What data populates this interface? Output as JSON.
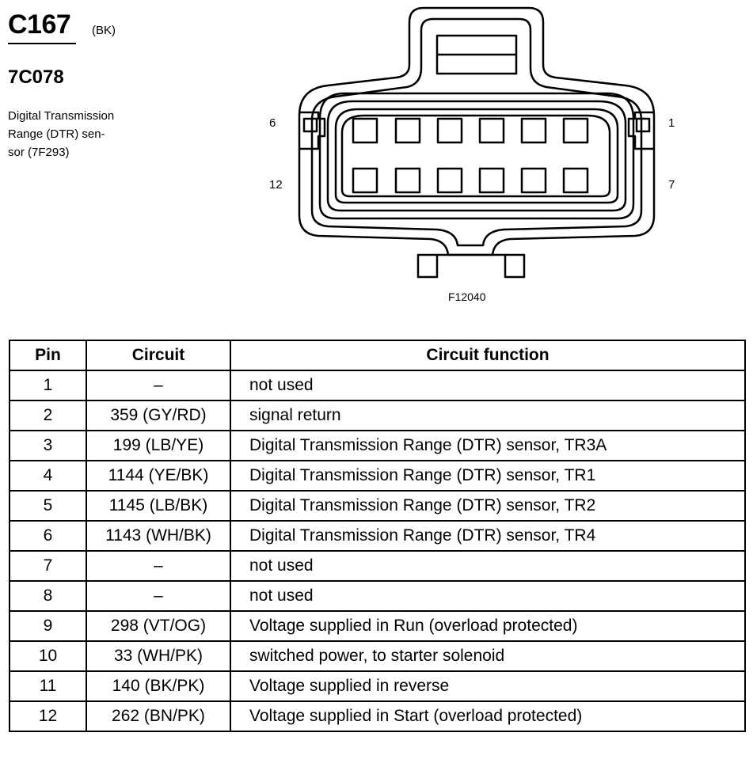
{
  "connector": {
    "id": "C167",
    "color_code": "(BK)",
    "part_number": "7C078",
    "description_lines": [
      "Digital Transmission",
      "Range (DTR) sen-",
      "sor (7F293)"
    ]
  },
  "diagram": {
    "pin_labels": {
      "top_left": "6",
      "top_right": "1",
      "bottom_left": "12",
      "bottom_right": "7"
    },
    "figure_id": "F12040"
  },
  "table": {
    "headers": {
      "pin": "Pin",
      "circuit": "Circuit",
      "function": "Circuit function"
    },
    "rows": [
      {
        "pin": "1",
        "circuit": "–",
        "function": "not used"
      },
      {
        "pin": "2",
        "circuit": "359 (GY/RD)",
        "function": "signal return"
      },
      {
        "pin": "3",
        "circuit": "199 (LB/YE)",
        "function": "Digital Transmission Range (DTR) sensor, TR3A"
      },
      {
        "pin": "4",
        "circuit": "1144 (YE/BK)",
        "function": "Digital Transmission Range (DTR) sensor, TR1"
      },
      {
        "pin": "5",
        "circuit": "1145 (LB/BK)",
        "function": "Digital Transmission Range (DTR) sensor, TR2"
      },
      {
        "pin": "6",
        "circuit": "1143 (WH/BK)",
        "function": "Digital Transmission Range (DTR) sensor, TR4"
      },
      {
        "pin": "7",
        "circuit": "–",
        "function": "not used"
      },
      {
        "pin": "8",
        "circuit": "–",
        "function": "not used"
      },
      {
        "pin": "9",
        "circuit": "298 (VT/OG)",
        "function": "Voltage supplied in Run (overload protected)"
      },
      {
        "pin": "10",
        "circuit": "33 (WH/PK)",
        "function": "switched power, to starter solenoid"
      },
      {
        "pin": "11",
        "circuit": "140 (BK/PK)",
        "function": "Voltage supplied in reverse"
      },
      {
        "pin": "12",
        "circuit": "262 (BN/PK)",
        "function": "Voltage supplied in Start (overload protected)"
      }
    ]
  }
}
